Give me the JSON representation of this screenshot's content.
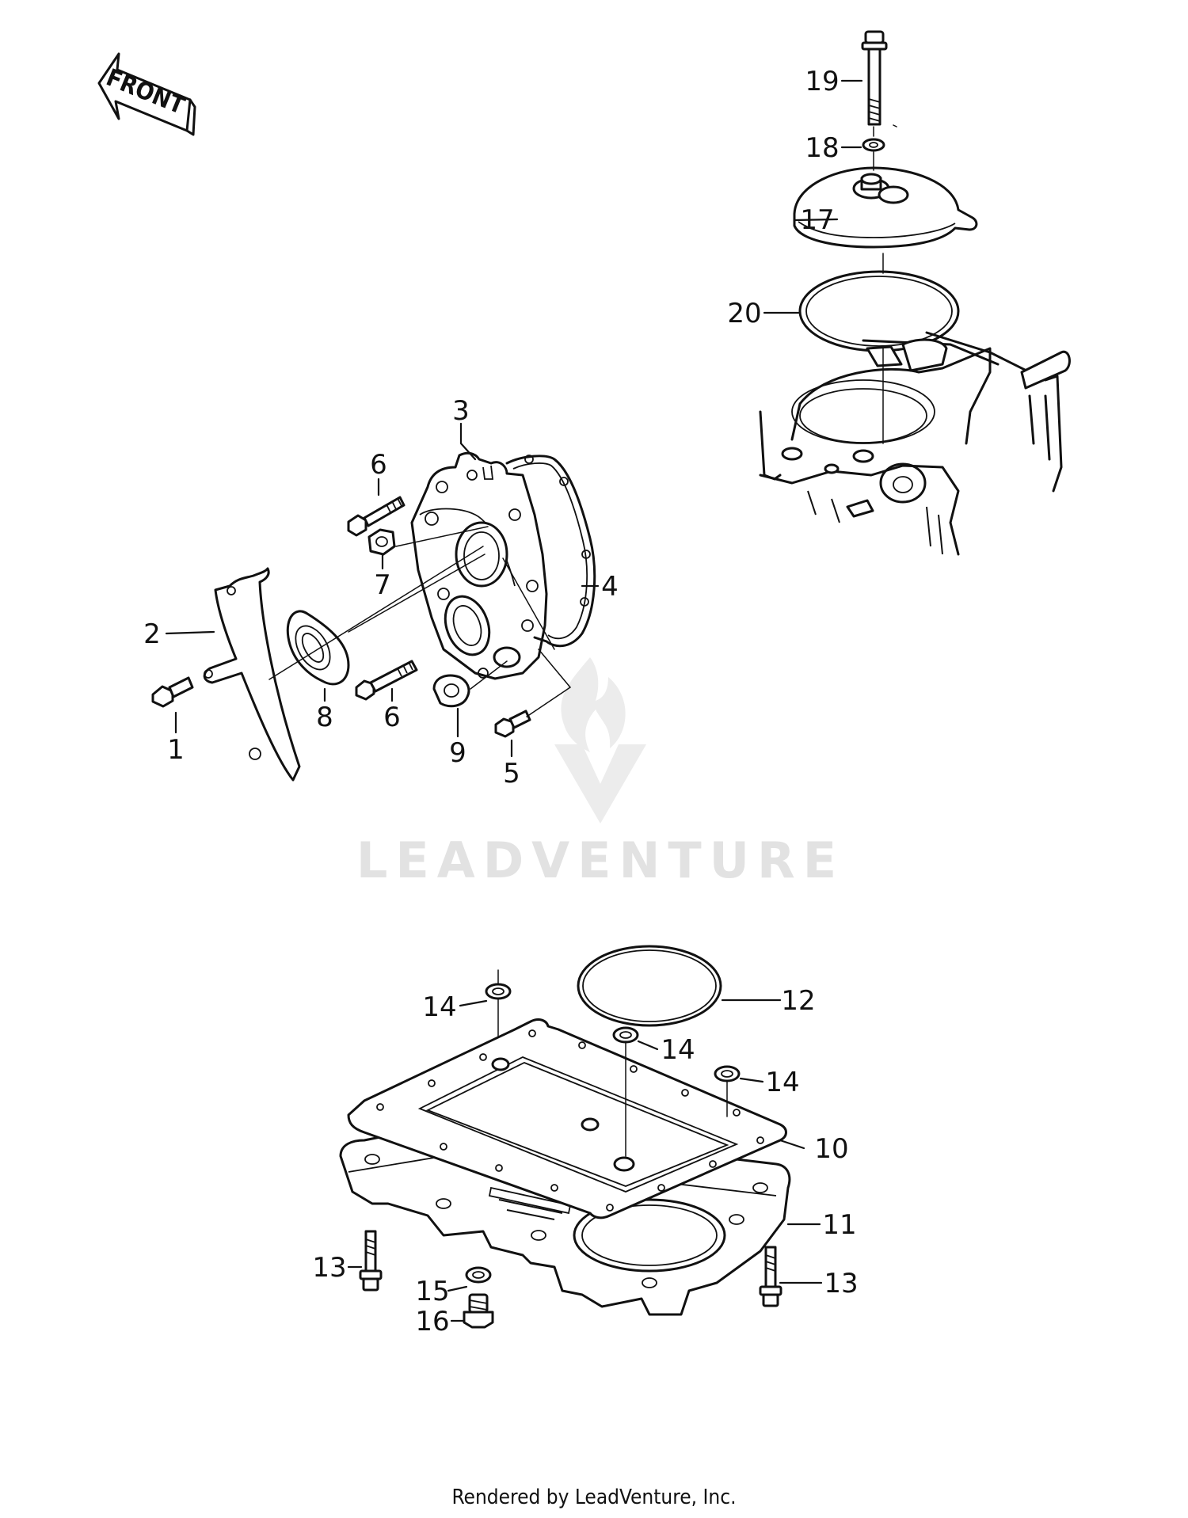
{
  "front_arrow": {
    "label": "FRONT"
  },
  "watermark": {
    "brand": "LEADVENTURE"
  },
  "callouts": [
    {
      "id": "c1",
      "text": "1"
    },
    {
      "id": "c2",
      "text": "2"
    },
    {
      "id": "c3",
      "text": "3"
    },
    {
      "id": "c4",
      "text": "4"
    },
    {
      "id": "c5",
      "text": "5"
    },
    {
      "id": "c6a",
      "text": "6"
    },
    {
      "id": "c6b",
      "text": "6"
    },
    {
      "id": "c7",
      "text": "7"
    },
    {
      "id": "c8",
      "text": "8"
    },
    {
      "id": "c9",
      "text": "9"
    },
    {
      "id": "c10",
      "text": "10"
    },
    {
      "id": "c11",
      "text": "11"
    },
    {
      "id": "c12",
      "text": "12"
    },
    {
      "id": "c13a",
      "text": "13"
    },
    {
      "id": "c13b",
      "text": "13"
    },
    {
      "id": "c14a",
      "text": "14"
    },
    {
      "id": "c14b",
      "text": "14"
    },
    {
      "id": "c14c",
      "text": "14"
    },
    {
      "id": "c15",
      "text": "15"
    },
    {
      "id": "c16",
      "text": "16"
    },
    {
      "id": "c17",
      "text": "17"
    },
    {
      "id": "c18",
      "text": "18"
    },
    {
      "id": "c19",
      "text": "19"
    },
    {
      "id": "c20",
      "text": "20"
    }
  ],
  "footer": {
    "credit": "Rendered by LeadVenture, Inc."
  }
}
